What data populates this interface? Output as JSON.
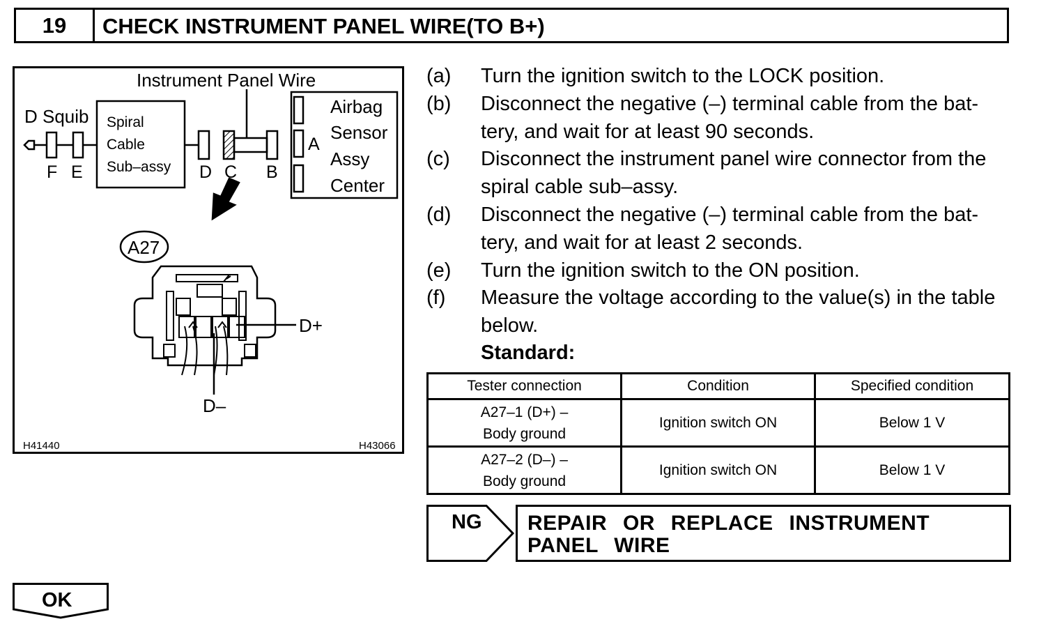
{
  "header": {
    "step_number": "19",
    "title": "CHECK INSTRUMENT PANEL WIRE(TO B+)"
  },
  "figure": {
    "wire_label": "Instrument Panel Wire",
    "squib_label": "D Squib",
    "spiral_lines": [
      "Spiral",
      "Cable",
      "Sub–assy"
    ],
    "airbag_lines": [
      "Airbag",
      "Sensor",
      "Assy",
      "Center"
    ],
    "conn_letters": {
      "A": "A",
      "B": "B",
      "C": "C",
      "D": "D",
      "E": "E",
      "F": "F"
    },
    "connector_id": "A27",
    "d_plus": "D+",
    "d_minus": "D–",
    "code_left": "H41440",
    "code_right": "H43066"
  },
  "steps": [
    {
      "label": "(a)",
      "lines": [
        "Turn the ignition switch to the LOCK position."
      ]
    },
    {
      "label": "(b)",
      "lines": [
        "Disconnect the negative (–) terminal cable from the bat-",
        "tery, and wait for at least 90 seconds."
      ]
    },
    {
      "label": "(c)",
      "lines": [
        "Disconnect the instrument panel wire connector from the",
        "spiral cable sub–assy."
      ]
    },
    {
      "label": "(d)",
      "lines": [
        "Disconnect the negative (–) terminal cable from the bat-",
        "tery, and wait for at least 2 seconds."
      ]
    },
    {
      "label": "(e)",
      "lines": [
        "Turn the ignition switch to the ON position."
      ]
    },
    {
      "label": "(f)",
      "lines": [
        "Measure the voltage according to the value(s) in the table",
        "below."
      ]
    }
  ],
  "standard_label": "Standard:",
  "table": {
    "headers": [
      "Tester connection",
      "Condition",
      "Specified condition"
    ],
    "rows": [
      {
        "conn1": "A27–1 (D+) –",
        "conn2": "Body ground",
        "condition": "Ignition switch ON",
        "spec": "Below 1 V"
      },
      {
        "conn1": "A27–2 (D–) –",
        "conn2": "Body ground",
        "condition": "Ignition switch ON",
        "spec": "Below 1 V"
      }
    ]
  },
  "ng": {
    "label": "NG",
    "action": "REPAIR OR REPLACE INSTRUMENT PANEL WIRE"
  },
  "ok": {
    "label": "OK"
  }
}
